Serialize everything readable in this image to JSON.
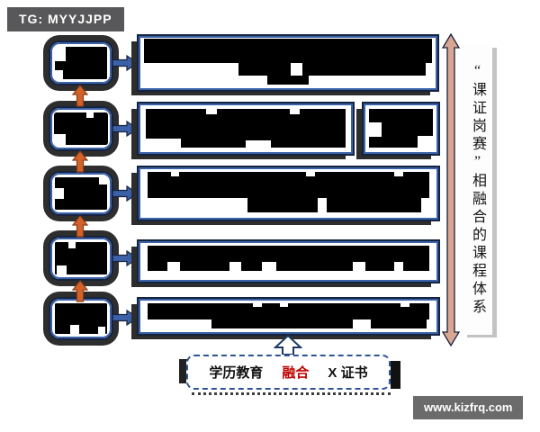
{
  "meta": {
    "badge_top_left": "TG: MYYJJPP",
    "watermark": "www.kizfrq.com"
  },
  "diagram": {
    "vertical_title": "“课证岗赛”相融合的课程体系",
    "bottom_banner": {
      "left": "学历教育",
      "center": "融合",
      "right": "X 证书"
    },
    "flow": {
      "row_count": 5,
      "rows_redacted": true,
      "row2_right_boxes": 2
    }
  },
  "colors": {
    "border_navy": "#16233e",
    "inner_blue_line": "#3a62a8",
    "arrow_blue": "#3b62a8",
    "arrow_orange": "#d2622a",
    "arrow_tan": "#dba593",
    "banner_border_blue": "#2f5496",
    "highlight_red": "#c00000",
    "badge_gray": "#58585a",
    "watermark_gray": "#6b6b6b",
    "redaction_black": "#000000",
    "shadow_dark": "#2d2d2d"
  }
}
